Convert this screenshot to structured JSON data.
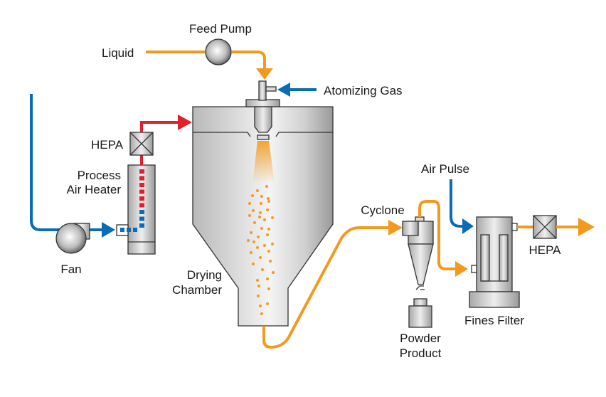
{
  "diagram": {
    "title": "Spray drying process flow",
    "labels": {
      "feed_pump": "Feed Pump",
      "liquid": "Liquid",
      "atomizing_gas": "Atomizing Gas",
      "hepa_inlet": "HEPA",
      "process_air_heater_line1": "Process",
      "process_air_heater_line2": "Air Heater",
      "fan": "Fan",
      "drying_chamber_line1": "Drying",
      "drying_chamber_line2": "Chamber",
      "air_pulse": "Air Pulse",
      "cyclone": "Cyclone",
      "powder_product_line1": "Powder",
      "powder_product_line2": "Product",
      "fines_filter": "Fines Filter",
      "hepa_outlet": "HEPA"
    },
    "colors": {
      "product_flow": "#f39a1e",
      "cold_air": "#0a6cb4",
      "hot_air": "#e0202a",
      "equipment": "#c8c8c8"
    }
  }
}
